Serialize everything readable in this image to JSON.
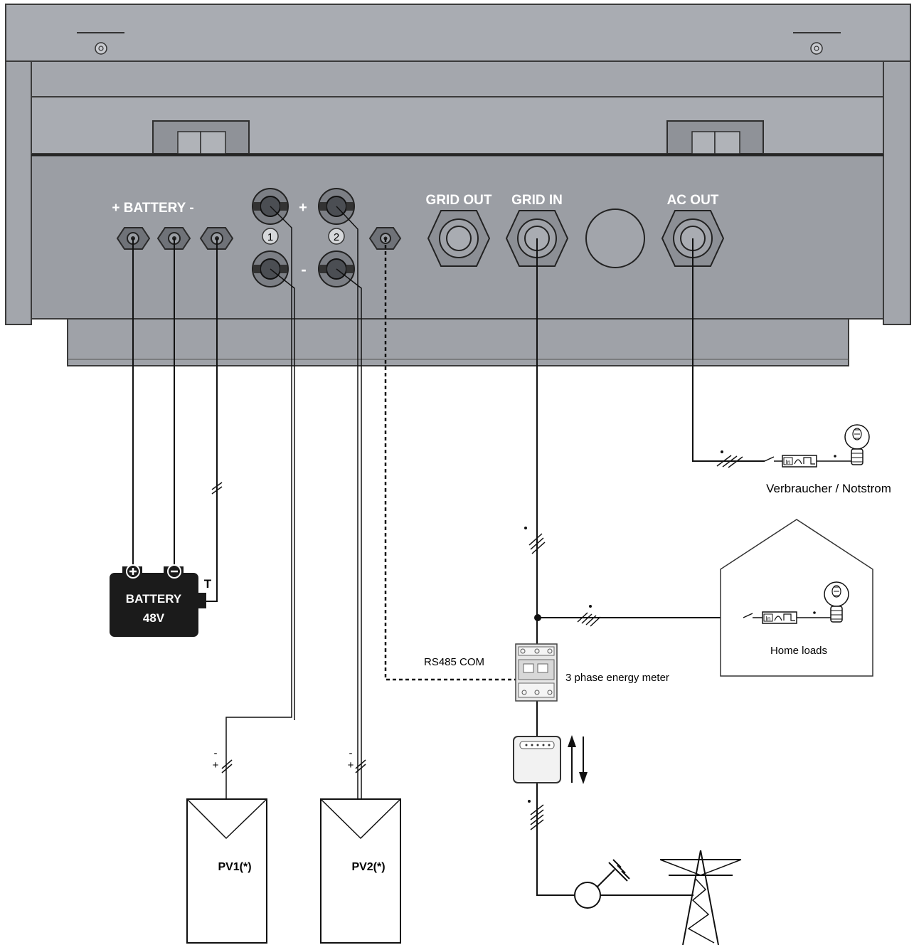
{
  "inverter": {
    "battery_label": "+ BATTERY -",
    "pv_plus": "+",
    "pv_minus": "-",
    "pv_input_1": "1",
    "pv_input_2": "2",
    "grid_out_label": "GRID OUT",
    "grid_in_label": "GRID IN",
    "ac_out_label": "AC OUT"
  },
  "battery": {
    "title": "BATTERY",
    "voltage": "48V",
    "temp_terminal": "T"
  },
  "pv": {
    "pv1_label": "PV1(*)",
    "pv2_label": "PV2(*)",
    "dc_minus": "-",
    "dc_plus": "+"
  },
  "connections": {
    "rs485_label": "RS485 COM",
    "meter_label": "3 phase energy meter",
    "home_loads_label": "Home loads",
    "backup_loads_label": "Verbraucher / Notstrom"
  },
  "colors": {
    "housing": "#a9acb2",
    "housing_dark": "#8e9197",
    "wire": "#111111",
    "battery": "#1b1b1b"
  },
  "icons": [
    "screw-icon",
    "bulb-icon",
    "breaker-icon",
    "pylon-icon",
    "transformer-icon",
    "arrow-up-icon",
    "arrow-down-icon"
  ]
}
